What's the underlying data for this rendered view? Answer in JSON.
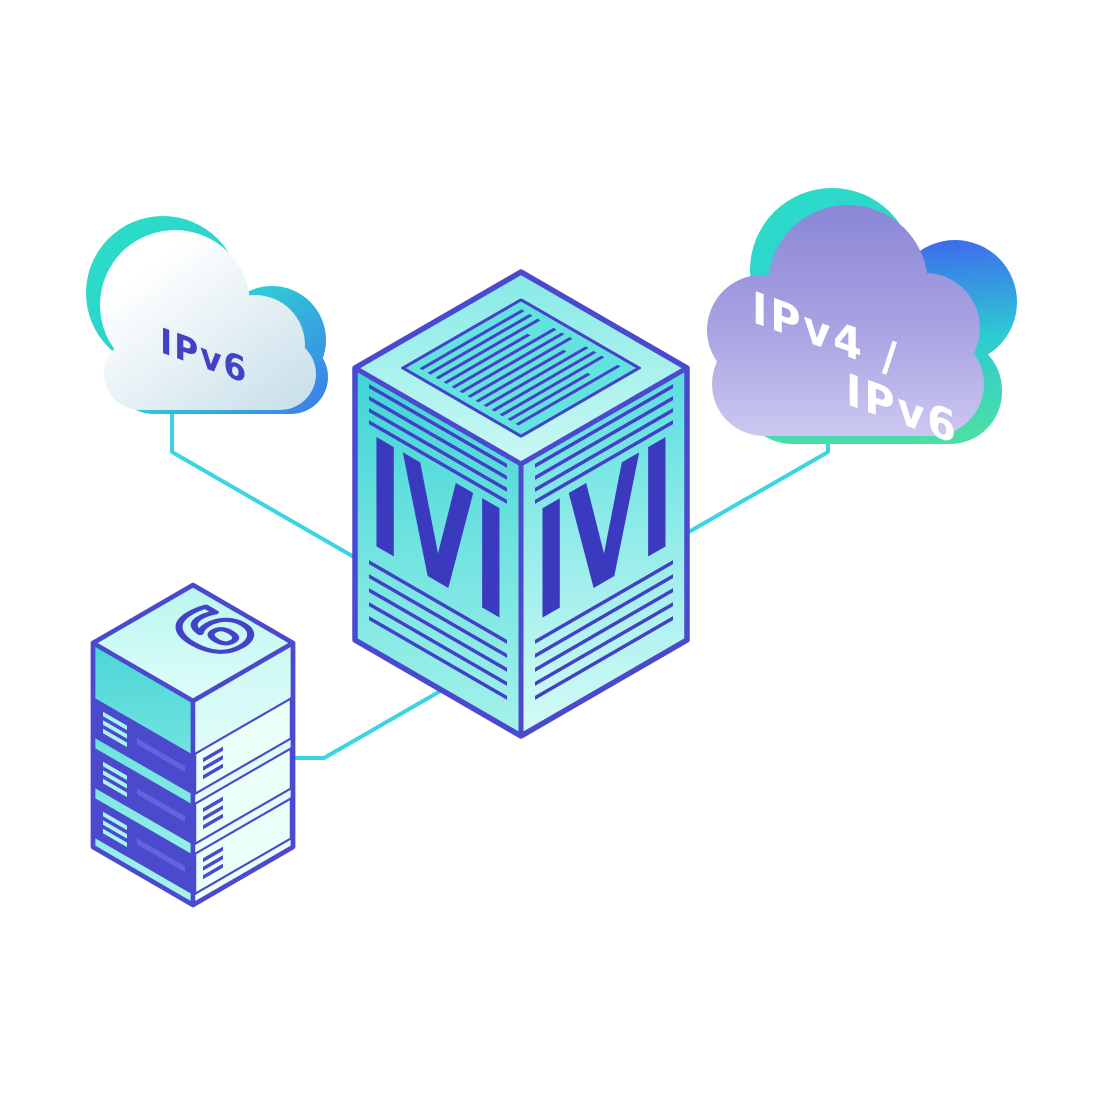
{
  "illustration": {
    "background": "#ffffff",
    "clouds": {
      "left": {
        "label": "IPv6"
      },
      "right": {
        "line1": "IPv4 /",
        "line2": "IPv6"
      }
    },
    "cube": {
      "left_face_label": "IVI",
      "right_face_label": "IVI"
    },
    "server": {
      "top_label": "6"
    },
    "colors": {
      "outline_indigo": "#4B4ACF",
      "text_indigo": "#4140C6",
      "teal": "#2CDAC9",
      "cyan_connector": "#3AD5E3",
      "lavender": "#A9A4E3",
      "blue": "#3E68EE",
      "mint": "#A9F4EC",
      "green_teal": "#4FE0A2",
      "cloud_text_white": "#FFFFFF"
    }
  }
}
